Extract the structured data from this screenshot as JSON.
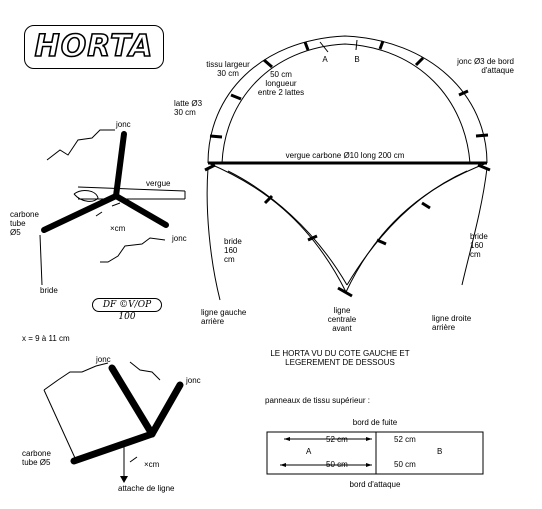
{
  "logo": {
    "text": "HORTA"
  },
  "signature": {
    "text": "DF ©V/OP 100"
  },
  "labels": {
    "a": "A",
    "b": "B",
    "tissu_largeur_1": "tissu largeur",
    "tissu_largeur_2": "30 cm",
    "longueur_1": "50 cm",
    "longueur_2": "longueur",
    "longueur_3": "entre 2 lattes",
    "latte_1": "latte Ø3",
    "latte_2": "30 cm",
    "jonc_bord_1": "jonc Ø3 de bord",
    "jonc_bord_2": "d'attaque",
    "vergue_carbone": "vergue carbone Ø10 long 200 cm",
    "bride_left_1": "bride",
    "bride_left_2": "160",
    "bride_left_3": "cm",
    "bride_right_1": "bride",
    "bride_right_2": "160",
    "bride_right_3": "cm",
    "ligne_gauche_1": "ligne gauche",
    "ligne_gauche_2": "arrière",
    "ligne_centrale_1": "ligne",
    "ligne_centrale_2": "centrale",
    "ligne_centrale_3": "avant",
    "ligne_droite_1": "ligne droite",
    "ligne_droite_2": "arrière",
    "jonc_top": "jonc",
    "vergue_detail": "vergue",
    "carbone_top_1": "carbone",
    "carbone_top_2": "tube",
    "carbone_top_3": "Ø5",
    "xcm_top": "×cm",
    "jonc_top_right": "jonc",
    "bride_detail": "bride",
    "x_range": "x = 9 à 11 cm",
    "jonc_bottom_1": "jonc",
    "jonc_bottom_2": "jonc",
    "carbone_bottom_1": "carbone",
    "carbone_bottom_2": "tube Ø5",
    "xcm_bottom": "×cm",
    "attache": "attache de ligne",
    "title_1": "LE HORTA VU DU COTE GAUCHE ET",
    "title_2": "LEGEREMENT DE DESSOUS",
    "panneaux": "panneaux de tissu supérieur :",
    "bord_fuite": "bord de fuite",
    "bord_attaque": "bord d'attaque"
  },
  "panels": {
    "a": {
      "name": "A",
      "top_len": "52 cm",
      "bottom_len": "50 cm"
    },
    "b": {
      "name": "B",
      "top_len": "52 cm",
      "bottom_len": "50 cm"
    }
  }
}
